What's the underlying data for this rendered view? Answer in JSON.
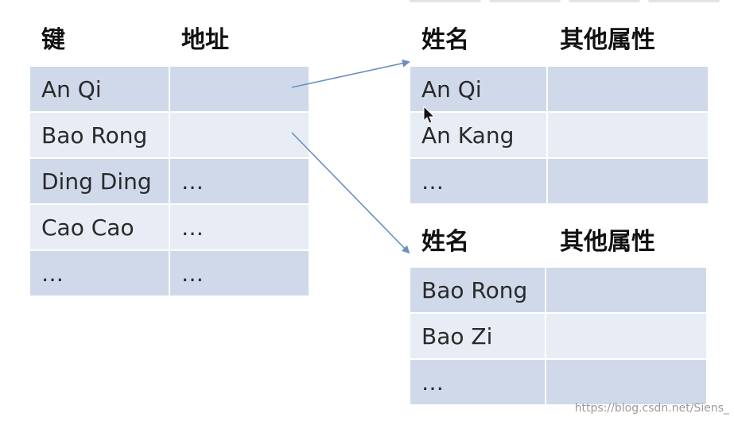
{
  "left_table": {
    "headers": {
      "key": "键",
      "address": "地址"
    },
    "rows": [
      {
        "key": "An Qi",
        "address": ""
      },
      {
        "key": "Bao Rong",
        "address": ""
      },
      {
        "key": "Ding Ding",
        "address": "…"
      },
      {
        "key": "Cao Cao",
        "address": "…"
      },
      {
        "key": "…",
        "address": "…"
      }
    ]
  },
  "bucket_a": {
    "headers": {
      "name": "姓名",
      "other": "其他属性"
    },
    "rows": [
      {
        "name": "An Qi",
        "other": ""
      },
      {
        "name": "An Kang",
        "other": ""
      },
      {
        "name": "…",
        "other": ""
      }
    ]
  },
  "bucket_b": {
    "headers": {
      "name": "姓名",
      "other": "其他属性"
    },
    "rows": [
      {
        "name": "Bao Rong",
        "other": ""
      },
      {
        "name": "Bao Zi",
        "other": ""
      },
      {
        "name": "…",
        "other": ""
      }
    ]
  },
  "colors": {
    "row_dark": "#cfd9e9",
    "row_light": "#e8edf5",
    "arrow": "#6a8fc0"
  },
  "watermark": "https://blog.csdn.net/Siens_"
}
